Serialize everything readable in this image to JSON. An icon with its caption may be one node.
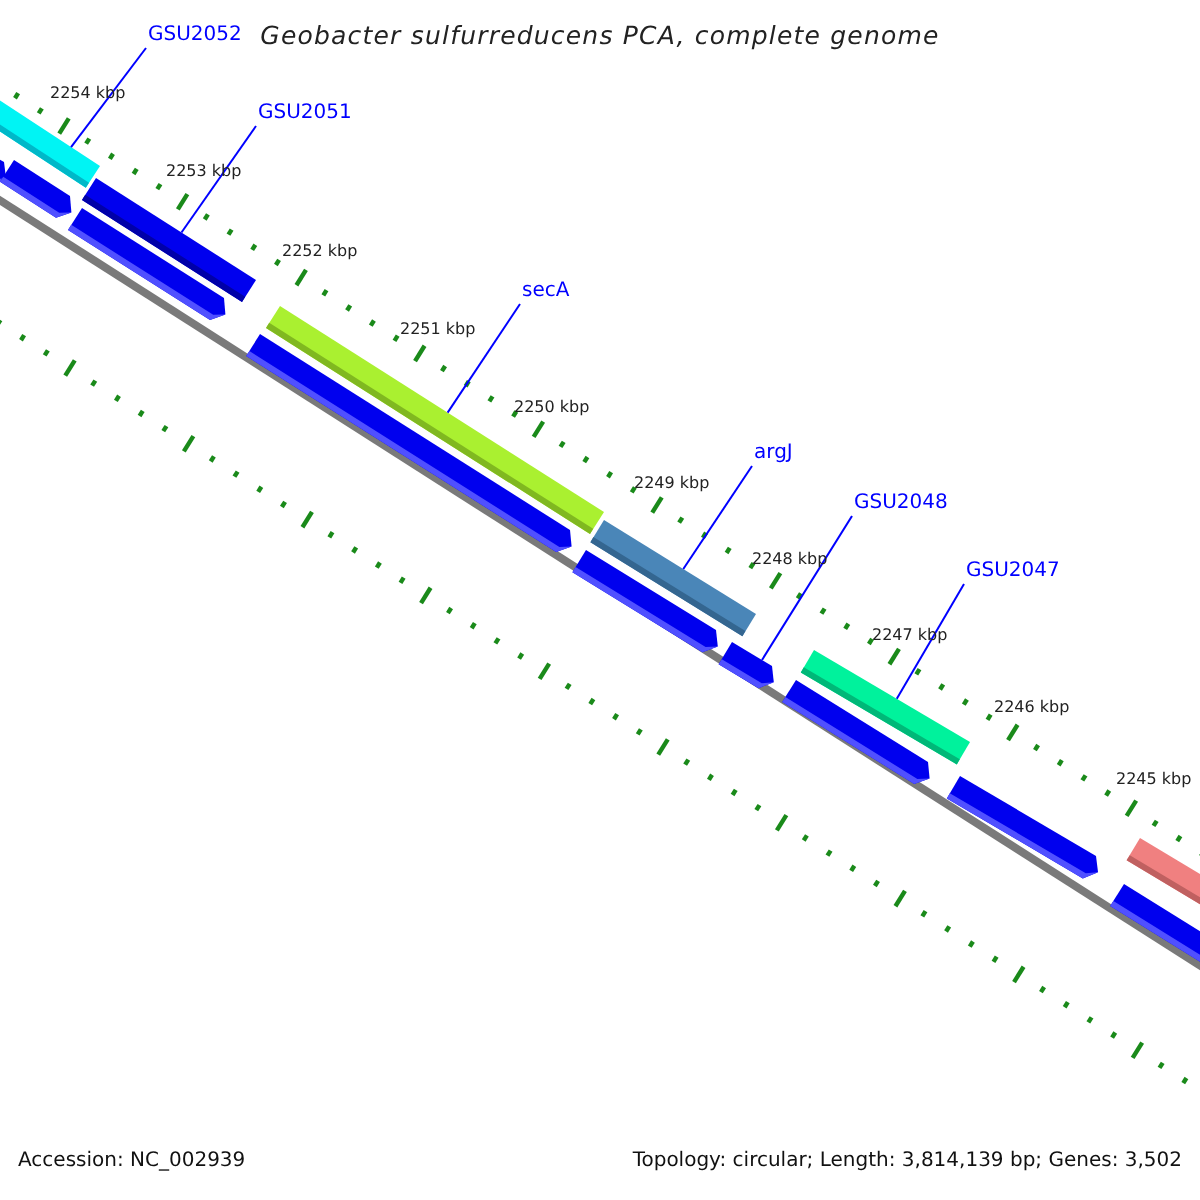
{
  "diagram": {
    "title": "Geobacter sulfurreducens PCA, complete genome",
    "nodes": [
      {
        "text": [
          "GSU2052"
        ]
      },
      {
        "text": [],
        "shape": "bar"
      },
      {
        "text": [
          "GSU2051"
        ]
      },
      {
        "text": [],
        "shape": "bar"
      },
      {
        "text": [
          "secA"
        ]
      },
      {
        "text": [],
        "shape": "bar"
      },
      {
        "text": [
          "argJ"
        ]
      },
      {
        "text": [],
        "shape": "bar"
      },
      {
        "text": [
          "GSU2048"
        ]
      },
      {
        "text": [],
        "shape": "bar"
      },
      {
        "text": [
          "GSU2047"
        ]
      },
      {
        "text": [],
        "shape": "bar"
      }
    ],
    "edges": [
      {
        "from": 0,
        "to": 1,
        "arrow": "none"
      },
      {
        "from": 2,
        "to": 3,
        "arrow": "none"
      },
      {
        "from": 4,
        "to": 5,
        "arrow": "none"
      },
      {
        "from": 6,
        "to": 7,
        "arrow": "none"
      },
      {
        "from": 8,
        "to": 9,
        "arrow": "none"
      },
      {
        "from": 10,
        "to": 11,
        "arrow": "none"
      }
    ],
    "labels": [
      "2254 kbp",
      "2253 kbp",
      "2252 kbp",
      "2251 kbp",
      "2250 kbp",
      "2249 kbp",
      "2248 kbp",
      "2247 kbp",
      "2246 kbp",
      "2245 kbp",
      "Accession: NC_002939",
      "Topology: circular; Length: 3,814,139 bp; Genes: 3,502"
    ]
  }
}
